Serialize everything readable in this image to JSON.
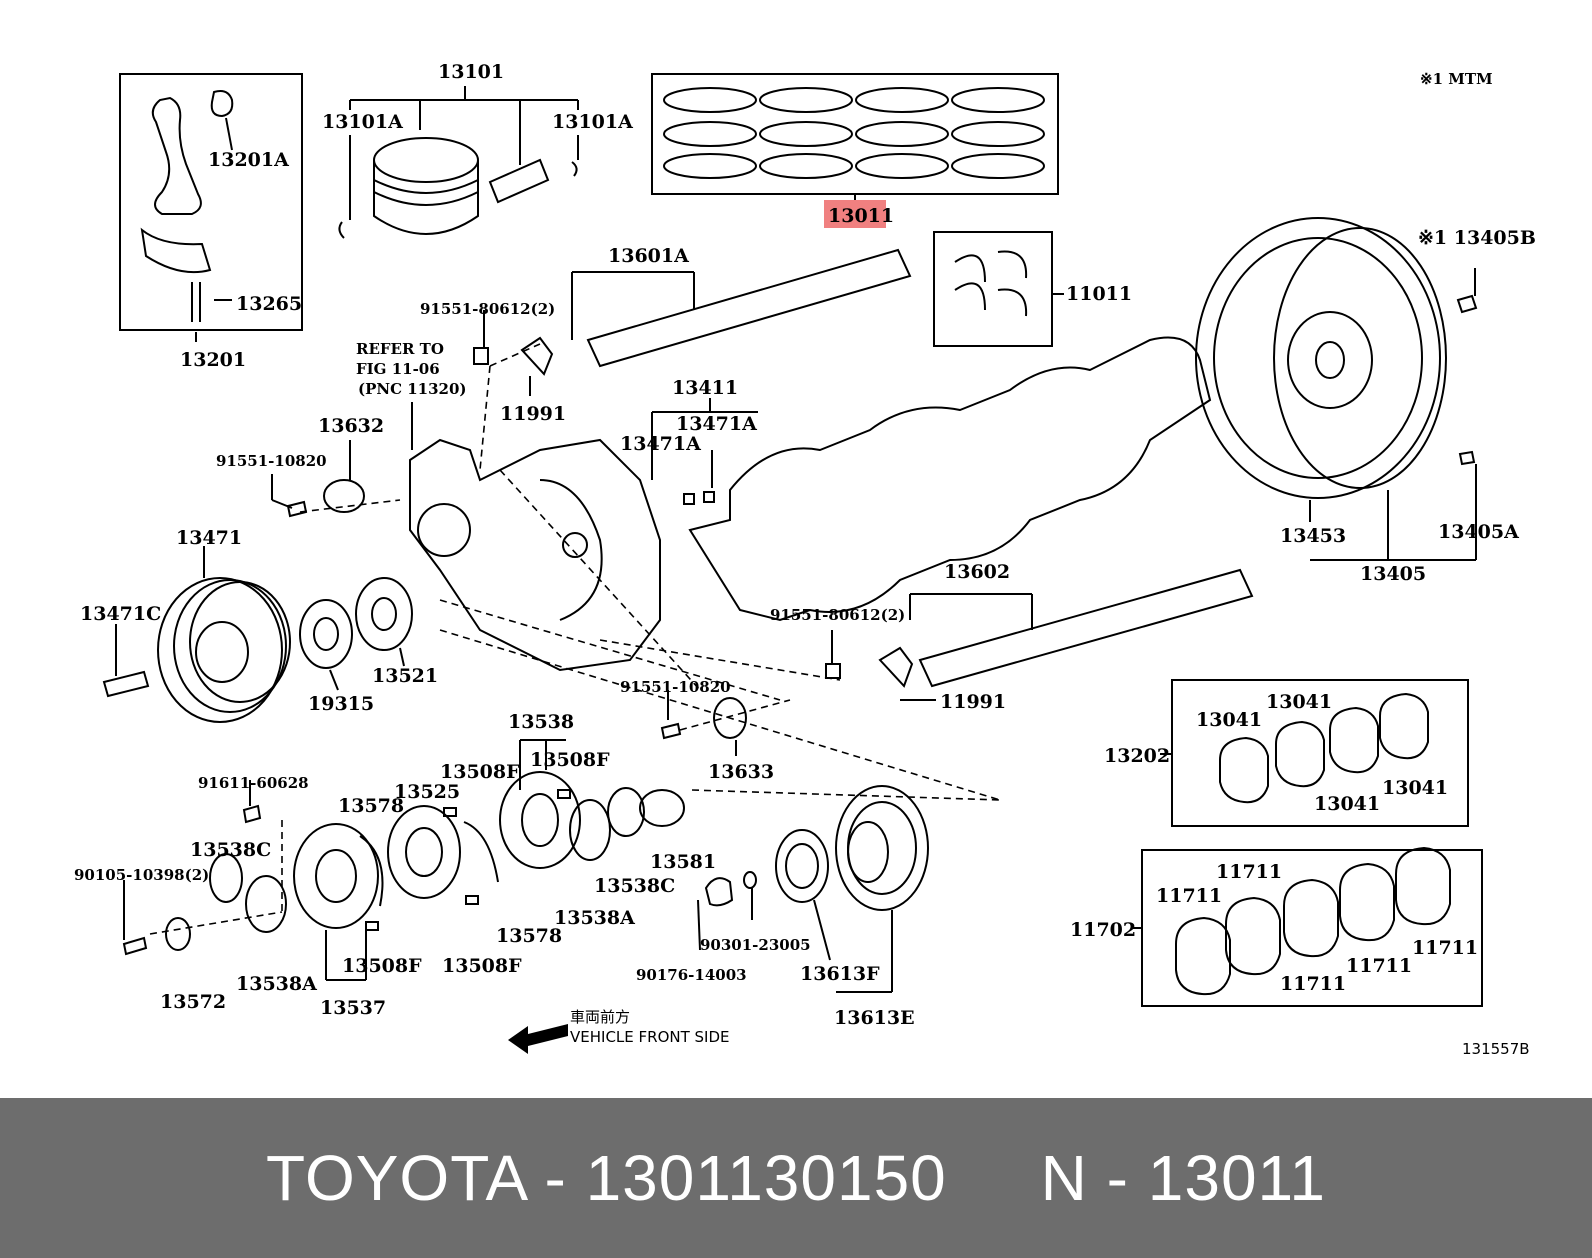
{
  "diagram": {
    "labels": {
      "l_13101": "13101",
      "l_13101a_left": "13101A",
      "l_13101a_right": "13101A",
      "l_13201a": "13201A",
      "l_13265": "13265",
      "l_13201": "13201",
      "l_13011": "13011",
      "l_note_mtm": "※1 MTM",
      "l_13601a": "13601A",
      "l_91551_80612_top": "91551-80612(2)",
      "l_11991_top": "11991",
      "l_11011": "11011",
      "l_note_13405b": "※1 13405B",
      "l_refer_1": "REFER TO",
      "l_refer_2": "FIG 11-06",
      "l_refer_3": "(PNC 11320)",
      "l_13632": "13632",
      "l_91551_10820_top": "91551-10820",
      "l_13411": "13411",
      "l_13471a_right": "13471A",
      "l_13471a_left": "13471A",
      "l_13471": "13471",
      "l_13471c": "13471C",
      "l_19315": "19315",
      "l_13521": "13521",
      "l_13453": "13453",
      "l_13405a": "13405A",
      "l_13405": "13405",
      "l_13602": "13602",
      "l_91551_80612_bottom": "91551-80612(2)",
      "l_11991_bottom": "11991",
      "l_91551_10820_bottom": "91551-10820",
      "l_13633": "13633",
      "l_13538": "13538",
      "l_13508f_a": "13508F",
      "l_13508f_b": "13508F",
      "l_13508f_c": "13508F",
      "l_13508f_d": "13508F",
      "l_91611_60628": "91611-60628",
      "l_13578_a": "13578",
      "l_13578_b": "13578",
      "l_13525": "13525",
      "l_13538c_a": "13538C",
      "l_13538c_b": "13538C",
      "l_90105_10398": "90105-10398(2)",
      "l_13581": "13581",
      "l_13538a_a": "13538A",
      "l_13538a_b": "13538A",
      "l_13572": "13572",
      "l_13537": "13537",
      "l_90301_23005": "90301-23005",
      "l_90176_14003": "90176-14003",
      "l_13613f": "13613F",
      "l_13613e": "13613E",
      "l_13202": "13202",
      "l_13041_a": "13041",
      "l_13041_b": "13041",
      "l_13041_c": "13041",
      "l_13041_d": "13041",
      "l_11702": "11702",
      "l_11711_a": "11711",
      "l_11711_b": "11711",
      "l_11711_c": "11711",
      "l_11711_d": "11711",
      "l_11711_e": "11711",
      "l_front_jp": "車両前方",
      "l_front_en": "VEHICLE FRONT SIDE",
      "l_figure_id": "131557B"
    },
    "highlight_color": "#f08080"
  },
  "footer": {
    "text": "TOYOTA - 1301130150     N - 13011"
  }
}
